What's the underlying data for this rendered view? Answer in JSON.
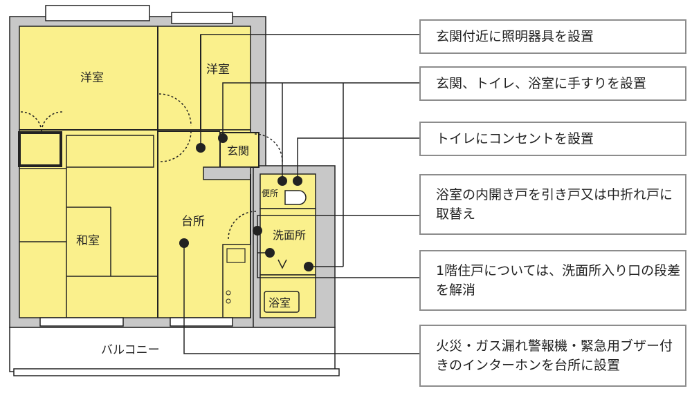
{
  "rooms": {
    "western_room_1": "洋室",
    "western_room_2": "洋室",
    "entrance": "玄関",
    "toilet": "便所",
    "kitchen": "台所",
    "japanese_room": "和室",
    "washroom": "洗面所",
    "bathroom": "浴室",
    "balcony": "バルコニー"
  },
  "notes": [
    "玄関付近に照明器具を設置",
    "玄関、トイレ、浴室に手すりを設置",
    "トイレにコンセントを設置",
    "浴室の内開き戸を引き戸又は中折れ戸に取替え",
    "1階住戸については、洗面所入り口の段差を解消",
    "火災・ガス漏れ警報機・緊急用ブザー付きのインターホンを台所に設置"
  ],
  "colors": {
    "floor": "#faf08c",
    "wall": "#c8c8c8",
    "line": "#222222",
    "box_border": "#8c8c8c"
  }
}
